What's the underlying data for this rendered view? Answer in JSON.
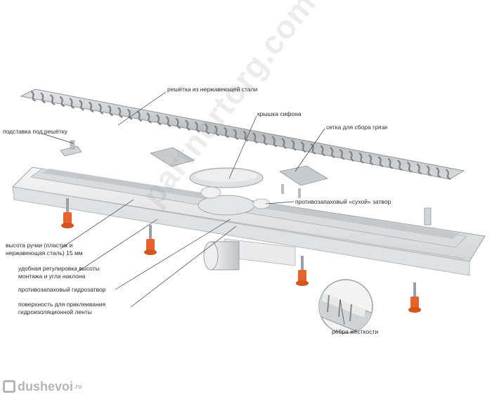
{
  "labels": {
    "grate": "решётка из нержавеющей стали",
    "grate_stand": "подставка под решётку",
    "siphon_cover": "крышка сифона",
    "dirt_net": "сетка для сбора грязи",
    "dry_trap": "противозапаховый «сухой» затвор",
    "leg_height": "высота ручки (пластик и нержавеющая сталь) 15 мм",
    "adjustment": "удобная регулировка высоты монтажа и угла наклона",
    "water_trap": "противозапаховый гидрозатвор",
    "glue_surface": "поверхность для приклеивания гидроизоляционной ленты",
    "ribs": "рёбра жёсткости"
  },
  "watermark": "partnertorg.com",
  "logo": {
    "text": "dushevoi",
    "suffix": ".ru"
  },
  "colors": {
    "steel": "#c9ccd0",
    "steel_dark": "#8f949a",
    "body": "#e8eaec",
    "leg_orange": "#e8632b",
    "leg_metal": "#9aa0a6",
    "leader": "#3a3a3a"
  }
}
